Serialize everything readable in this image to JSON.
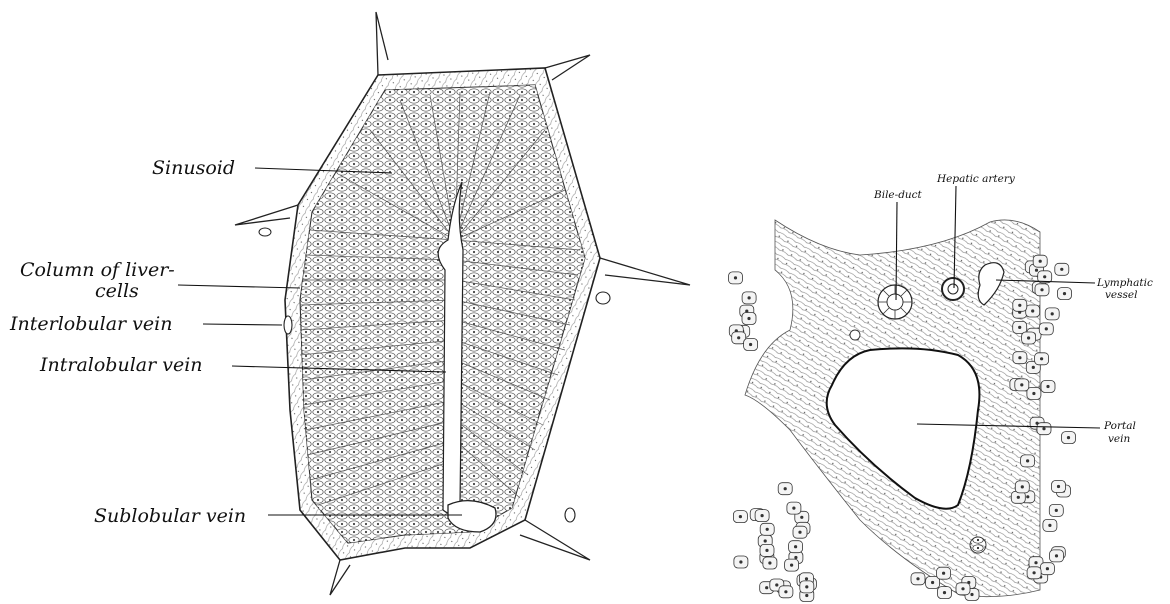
{
  "figure": {
    "lobule": {
      "labels": {
        "sinusoid": "Sinusoid",
        "column_line1": "Column of liver-",
        "column_line2": "cells",
        "interlobular_vein": "Interlobular vein",
        "intralobular_vein": "Intralobular vein",
        "sublobular_vein": "Sublobular vein"
      }
    },
    "portal_canal": {
      "labels": {
        "bile_duct": "Bile-duct",
        "hepatic_artery": "Hepatic artery",
        "lymphatic_line1": "Lymphatic",
        "lymphatic_line2": "vessel",
        "portal_line1": "Portal",
        "portal_line2": "vein"
      }
    }
  }
}
